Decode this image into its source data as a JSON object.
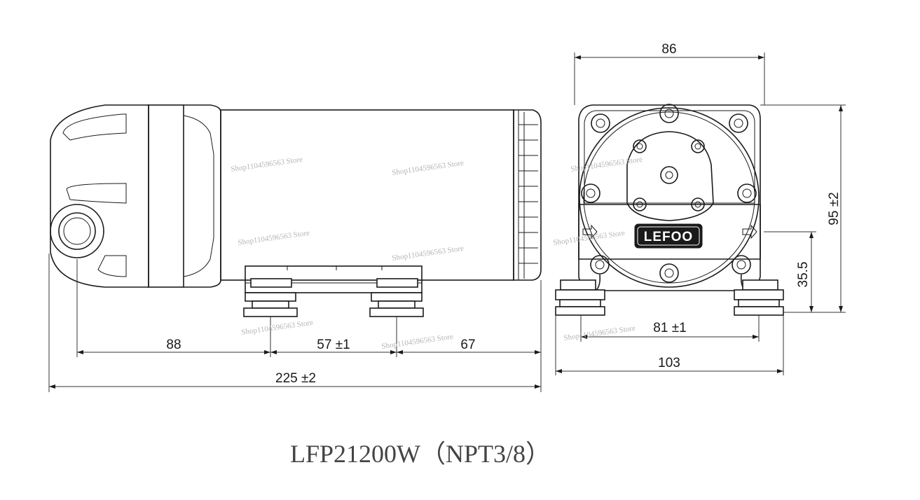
{
  "dimensions": {
    "side_view": {
      "inlet_to_first_foot": "88",
      "foot_spacing": "57 ±1",
      "foot_to_end": "67",
      "overall_length": "225 ±2"
    },
    "front_view": {
      "top_width": "86",
      "overall_height": "95 ±2",
      "port_height": "35.5",
      "mount_spacing": "81 ±1",
      "base_width": "103"
    }
  },
  "logo": "LEFOO",
  "caption": "LFP21200W（NPT3/8）",
  "watermark": "Shop1104596563 Store",
  "colors": {
    "line": "#1a1a1a",
    "caption": "#444444",
    "watermark": "#b5b5b5"
  }
}
